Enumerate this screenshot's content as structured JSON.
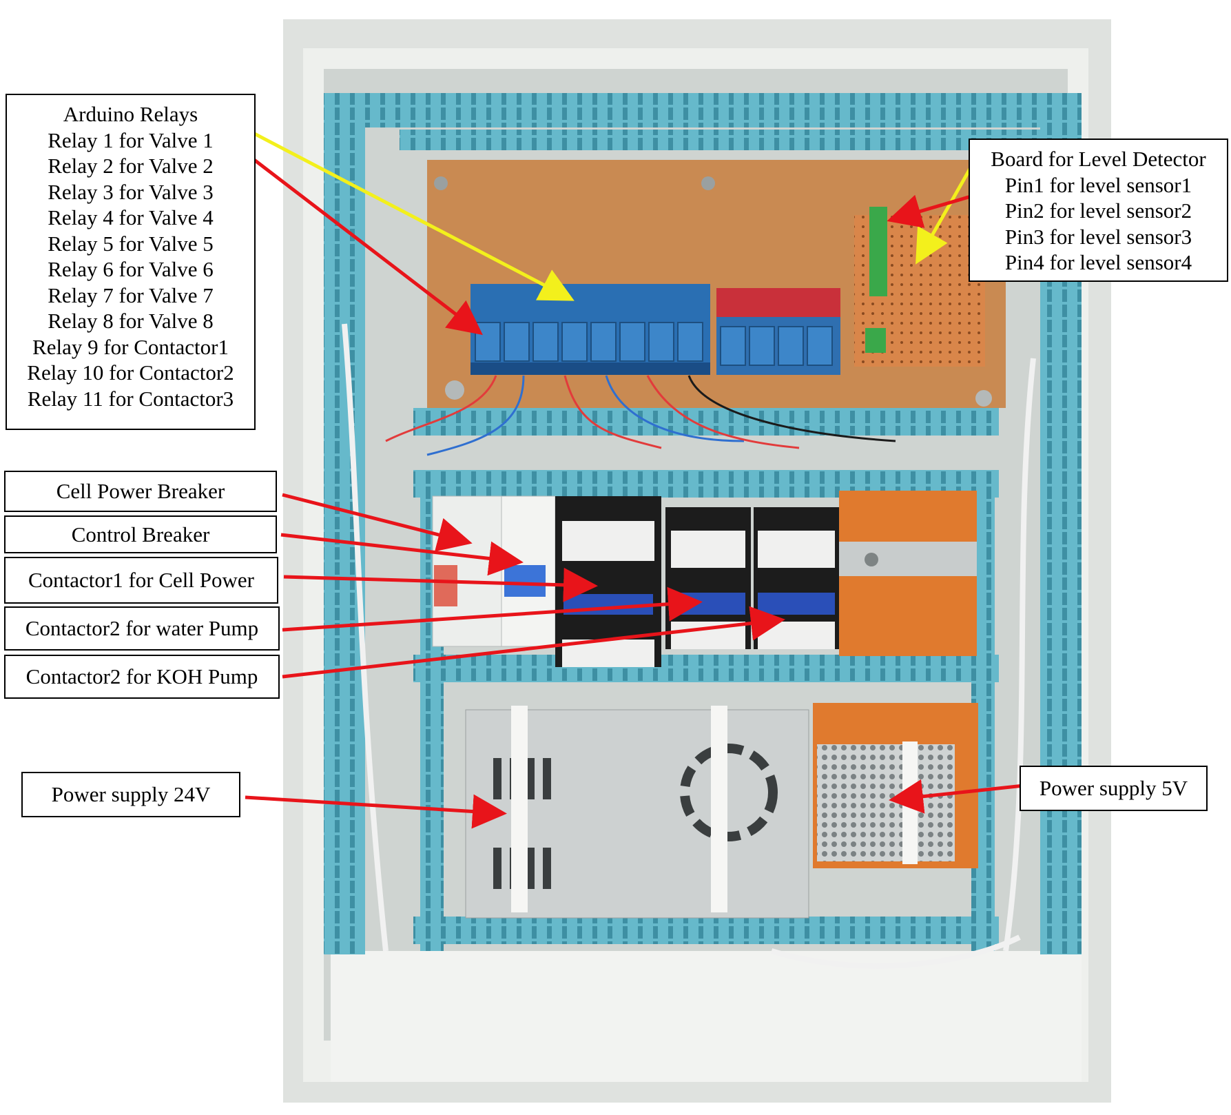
{
  "labels": {
    "arduino_relays": {
      "lines": [
        "Arduino Relays",
        "Relay 1 for Valve 1",
        "Relay 2 for Valve 2",
        "Relay 3 for Valve 3",
        "Relay 4 for Valve 4",
        "Relay 5 for Valve 5",
        "Relay 6 for Valve 6",
        "Relay 7 for Valve 7",
        "Relay 8 for Valve 8",
        "Relay 9 for Contactor1",
        "Relay 10 for Contactor2",
        "Relay 11 for Contactor3"
      ]
    },
    "level_detector": {
      "lines": [
        "Board for Level Detector",
        "Pin1 for level sensor1",
        "Pin2 for level sensor2",
        "Pin3 for level sensor3",
        "Pin4 for level sensor4"
      ]
    },
    "cell_power_breaker": "Cell Power Breaker",
    "control_breaker": "Control Breaker",
    "contactor1": "Contactor1 for Cell Power",
    "contactor2_water": "Contactor2 for water Pump",
    "contactor2_koh": "Contactor2 for KOH Pump",
    "power_supply_24v": "Power supply 24V",
    "power_supply_5v": "Power supply 5V"
  },
  "colors": {
    "arrow_red": "#e8141a",
    "arrow_yellow": "#f3f01c",
    "enclosure": "#e7e9e6",
    "duct": "#5fb4c6",
    "backboard": "#c98a52",
    "orange_panel": "#e07a2e",
    "relay_board": "#2a6fb3"
  }
}
